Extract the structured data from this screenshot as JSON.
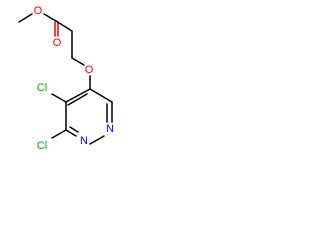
{
  "molecule": {
    "atoms": {
      "ester_carbonyl_oxygen": "O",
      "ester_ether_oxygen": "O",
      "aryl_ether_oxygen": "O",
      "chlorine_4": "Cl",
      "chlorine_3": "Cl",
      "ring_nitrogen_2": "N",
      "ring_nitrogen_1": "N"
    },
    "colors": {
      "bond": "#000000",
      "oxygen": "#ff0000",
      "chlorine": "#00b000",
      "nitrogen": "#0000ff"
    }
  }
}
